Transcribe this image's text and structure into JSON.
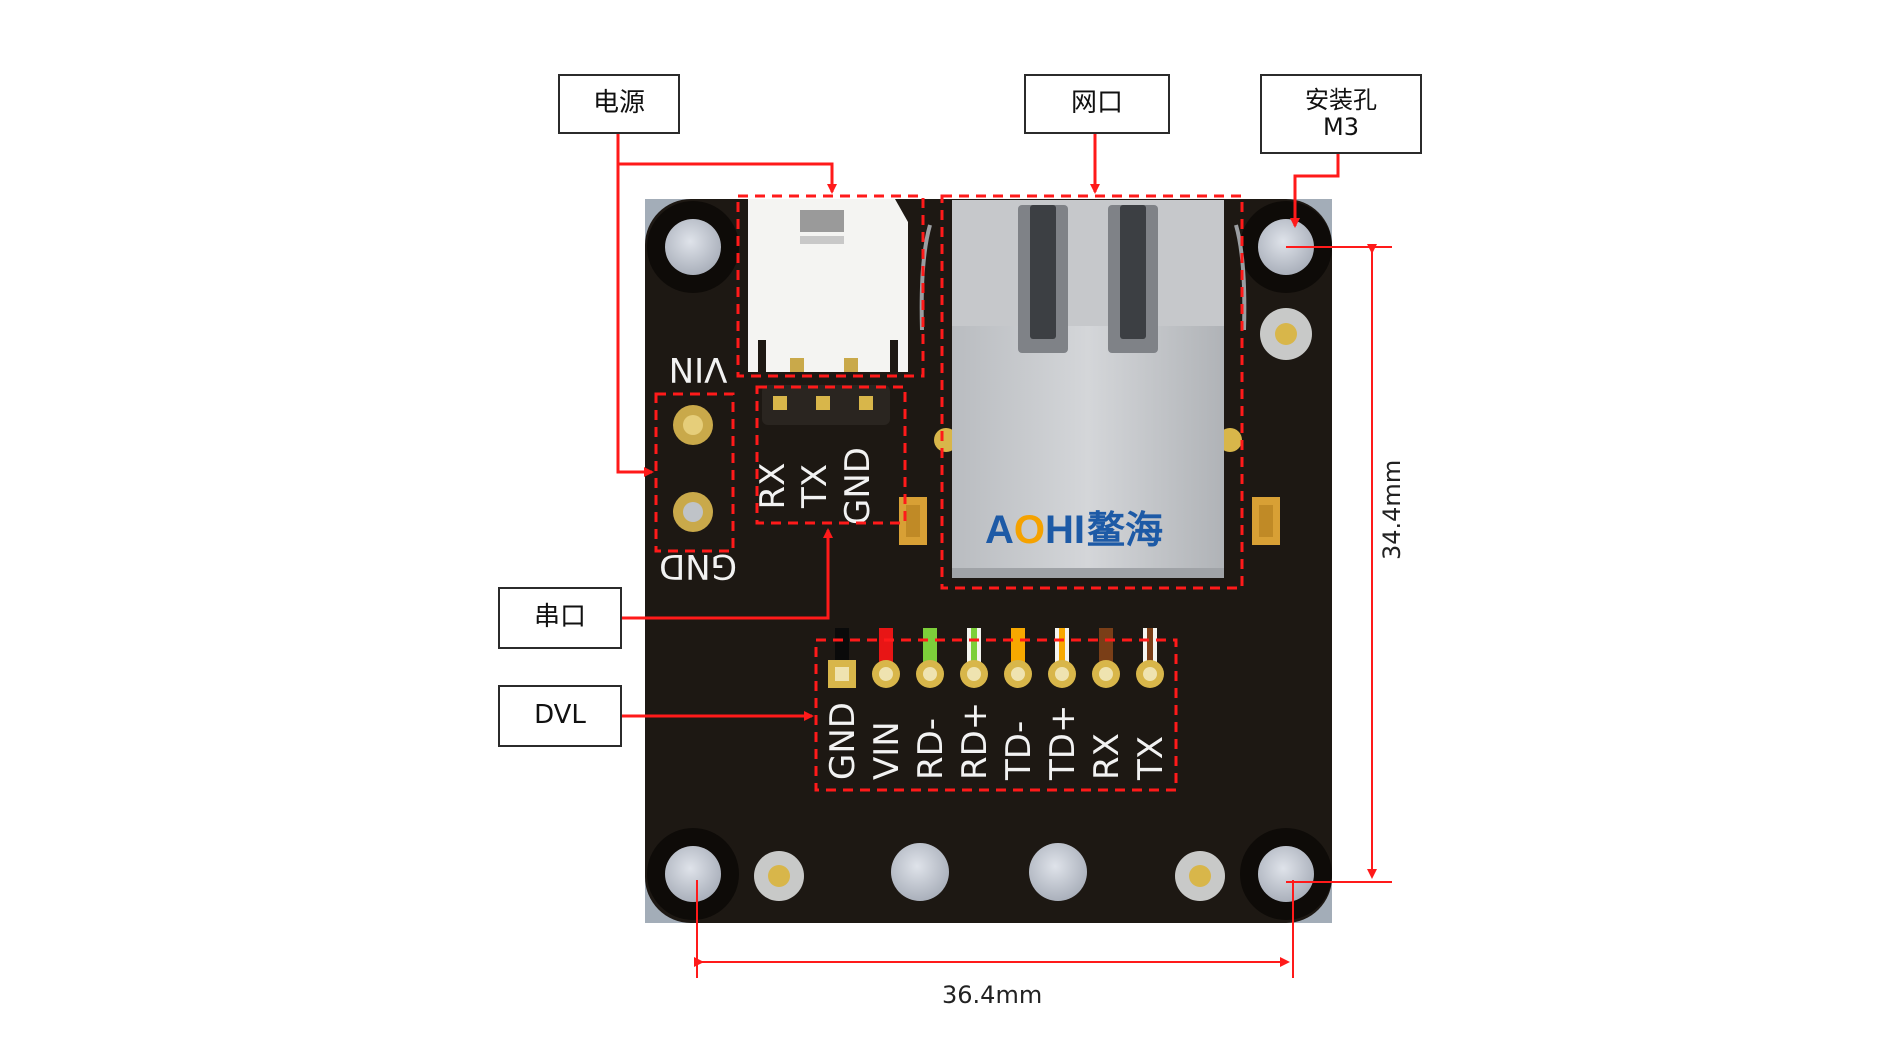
{
  "callouts": {
    "power": "电源",
    "ethernet": "网口",
    "mount_hole_line1": "安装孔",
    "mount_hole_line2": "M3",
    "serial": "串口",
    "dvl": "DVL"
  },
  "silkscreen": {
    "vin": "VIN",
    "gnd": "GND",
    "serial_pins": [
      "RX",
      "TX",
      "GND"
    ],
    "dvl_pins": [
      "GND",
      "VIN",
      "RD-",
      "RD+",
      "TD-",
      "TD+",
      "RX",
      "TX"
    ],
    "logo_latin": "AOHI",
    "logo_cjk": "鳌海"
  },
  "dimensions": {
    "width": "36.4mm",
    "height": "34.4mm"
  },
  "colors": {
    "pcb": "#1d1813",
    "highlight": "#ff1a1a",
    "pad_gold": "#c9a94a",
    "hole_gray": "#c5cad3",
    "logo_blue": "#1d5aa6",
    "logo_orange": "#f5a200"
  },
  "wire_colors": [
    "black",
    "red",
    "light-green",
    "green-white",
    "orange",
    "orange-white",
    "brown",
    "brown-white"
  ]
}
